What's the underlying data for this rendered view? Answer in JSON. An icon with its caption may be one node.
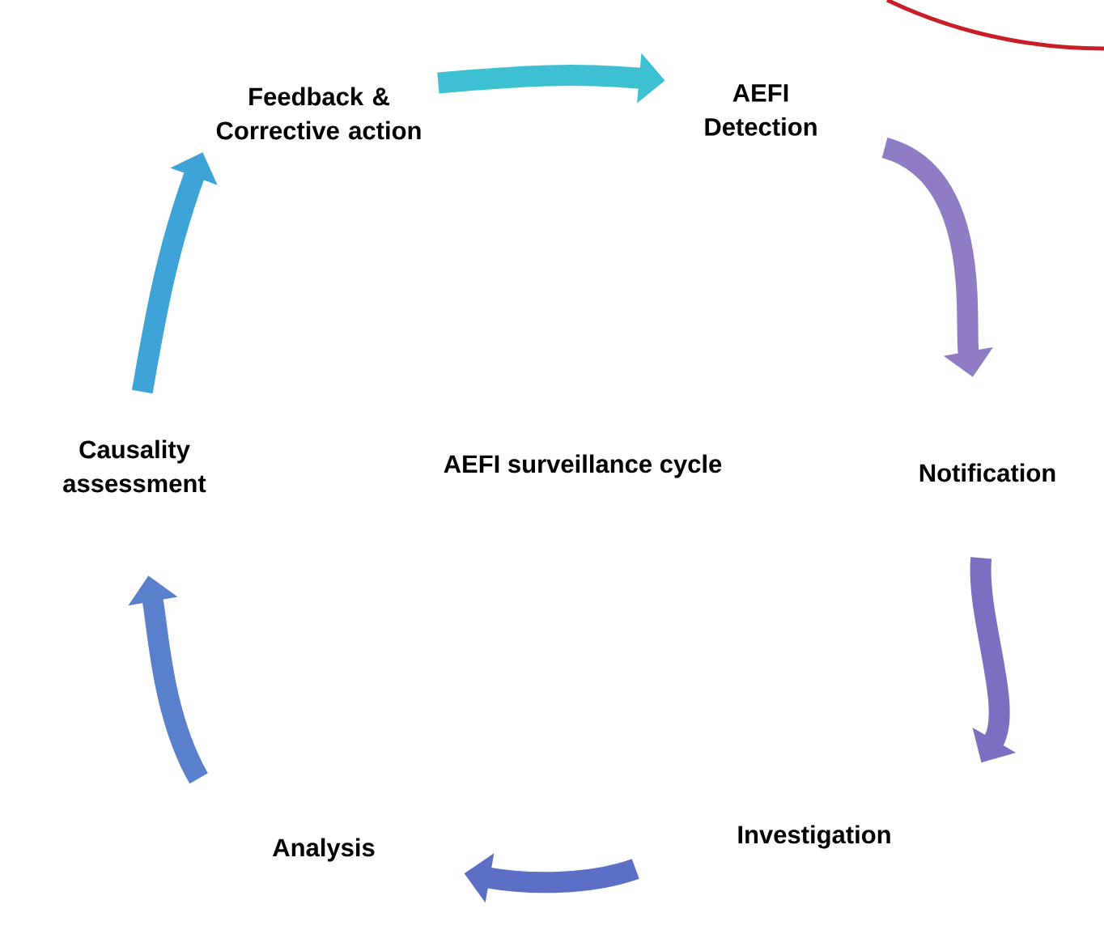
{
  "diagram": {
    "nodes": [
      {
        "text": [
          "Feedback & Corrective action"
        ]
      },
      {
        "text": [
          "AEFI Detection"
        ]
      },
      {
        "text": [
          "Notification"
        ]
      },
      {
        "text": [
          "Investigation"
        ]
      },
      {
        "text": [
          "Analysis"
        ]
      },
      {
        "text": [
          "Causality assessment"
        ]
      }
    ],
    "edges": [
      {
        "from": 0,
        "to": 1,
        "arrow": "to",
        "color": "#3cc0d2"
      },
      {
        "from": 1,
        "to": 2,
        "arrow": "to",
        "color": "#8f7cc4"
      },
      {
        "from": 2,
        "to": 3,
        "arrow": "to",
        "color": "#7b6fc1"
      },
      {
        "from": 3,
        "to": 4,
        "arrow": "to",
        "color": "#5c6ec6"
      },
      {
        "from": 4,
        "to": 5,
        "arrow": "to",
        "color": "#5a80cc"
      },
      {
        "from": 5,
        "to": 0,
        "arrow": "to",
        "color": "#3ea3d7"
      }
    ],
    "labels": [
      "AEFI surveillance cycle"
    ]
  }
}
